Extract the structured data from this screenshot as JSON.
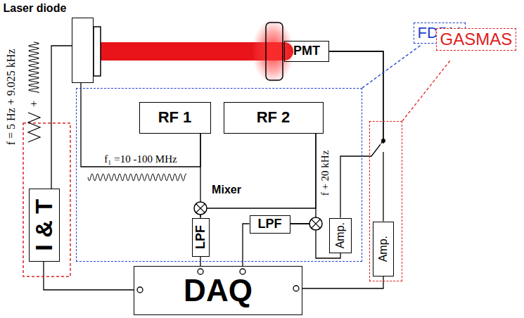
{
  "diagram": {
    "nodes": [
      {
        "text": [
          "Laser diode"
        ]
      },
      {
        "text": [
          "PMT"
        ]
      },
      {
        "text": [
          "FDPM"
        ]
      },
      {
        "text": [
          "RF 1"
        ],
        "in": 2
      },
      {
        "text": [
          "RF 2"
        ],
        "in": 2
      },
      {
        "text": [
          "LPF"
        ],
        "in": 2
      },
      {
        "text": [
          "LPF"
        ],
        "in": 2
      },
      {
        "text": [
          "Amp."
        ],
        "in": 2
      },
      {
        "text": [
          "GASMAS"
        ]
      },
      {
        "text": [
          "Amp."
        ],
        "in": 8
      },
      {
        "text": [
          "I & T"
        ]
      },
      {
        "text": [
          "DAQ"
        ]
      }
    ],
    "edges": [
      {
        "from": 0,
        "to": 1,
        "arrow": "none"
      },
      {
        "from": 3,
        "to": 0,
        "label": "f₁ =10 -100 MHz",
        "arrow": "none"
      },
      {
        "from": 3,
        "to": 5,
        "arrow": "none"
      },
      {
        "from": 4,
        "to": 5,
        "arrow": "none"
      },
      {
        "from": 4,
        "to": 6,
        "label": "f + 20 kHz",
        "arrow": "none"
      },
      {
        "from": 7,
        "to": 6,
        "arrow": "none"
      },
      {
        "from": 1,
        "to": 7,
        "arrow": "none"
      },
      {
        "from": 1,
        "to": 9,
        "arrow": "none"
      },
      {
        "from": 5,
        "to": 11,
        "arrow": "none"
      },
      {
        "from": 6,
        "to": 11,
        "arrow": "none"
      },
      {
        "from": 9,
        "to": 11,
        "arrow": "none"
      },
      {
        "from": 10,
        "to": 11,
        "arrow": "none"
      },
      {
        "from": 10,
        "to": 0,
        "arrow": "none"
      }
    ],
    "labels": [
      "f = 5 Hz + 9.025 kHz",
      "+",
      "Mixer"
    ]
  }
}
